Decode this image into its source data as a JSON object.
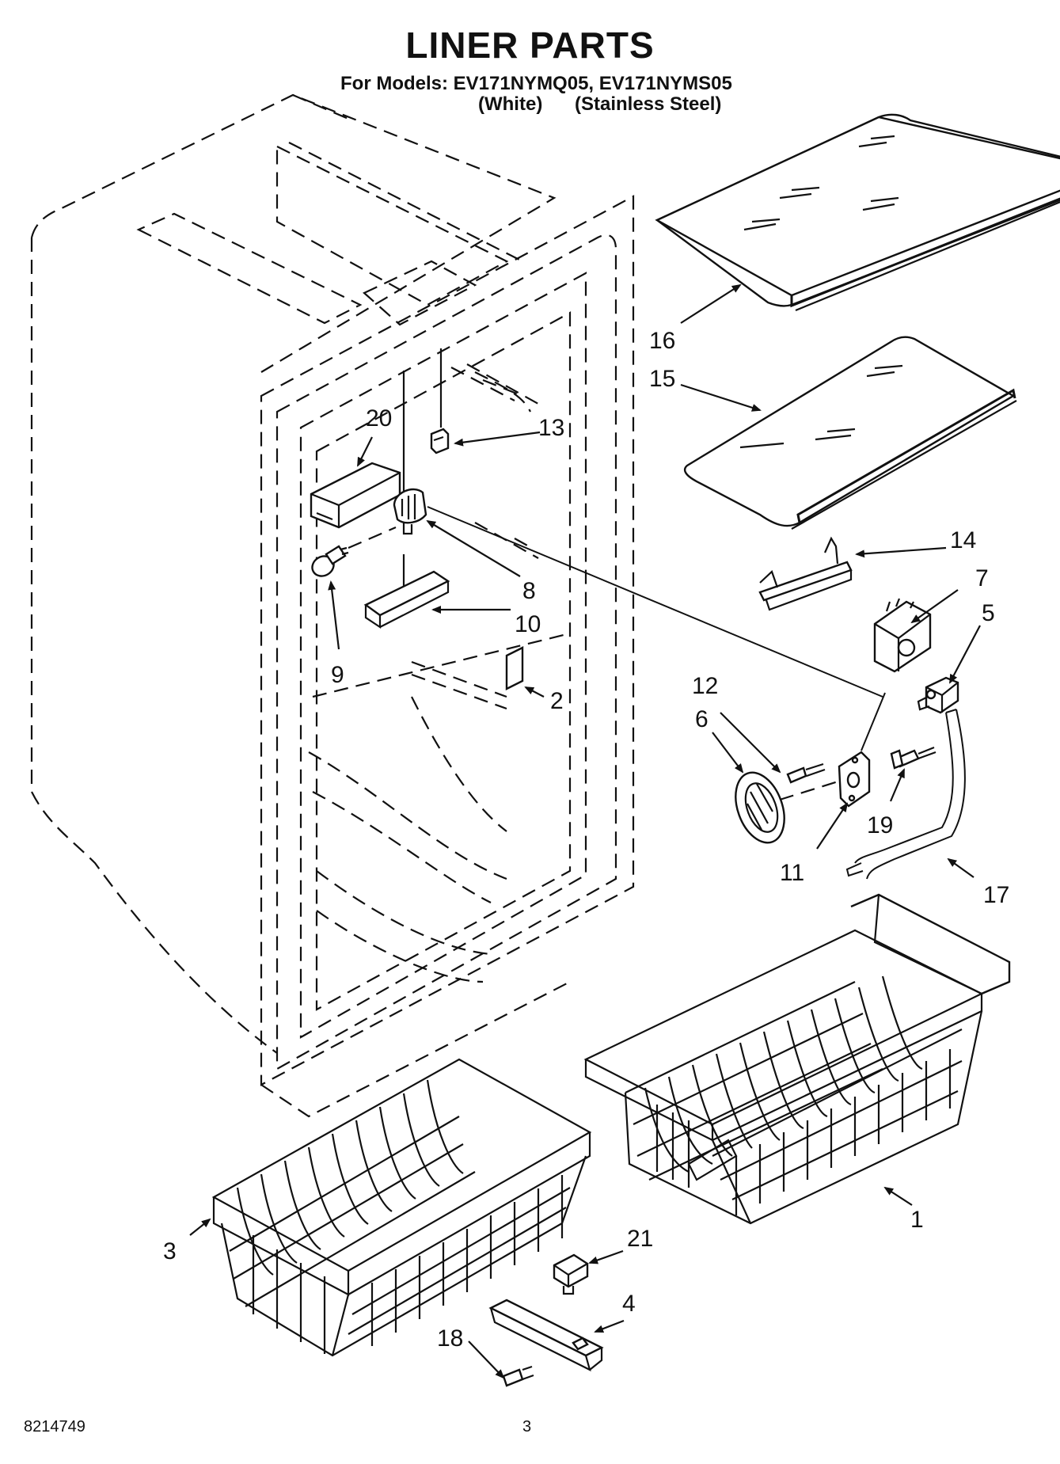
{
  "header": {
    "title": "LINER PARTS",
    "models_line": "For Models: EV171NYMQ05, EV171NYMS05",
    "variant_white": "(White)",
    "variant_stainless": "(Stainless Steel)"
  },
  "footer": {
    "doc_number": "8214749",
    "page_number": "3"
  },
  "callouts": {
    "c1": "1",
    "c2": "2",
    "c3": "3",
    "c4": "4",
    "c5": "5",
    "c6": "6",
    "c7": "7",
    "c8": "8",
    "c9": "9",
    "c10": "10",
    "c11": "11",
    "c12": "12",
    "c13": "13",
    "c14": "14",
    "c15": "15",
    "c16": "16",
    "c17": "17",
    "c18": "18",
    "c19": "19",
    "c20": "20",
    "c21": "21"
  }
}
